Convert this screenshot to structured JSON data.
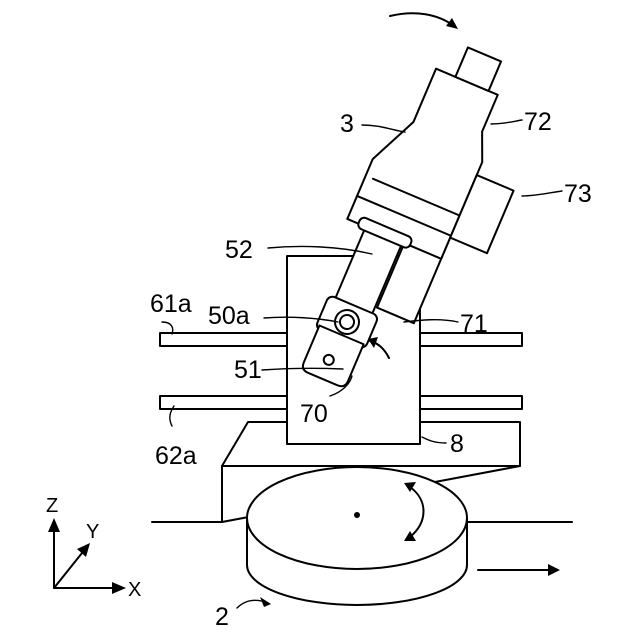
{
  "labels": {
    "tool_head": "3",
    "turntable": "2",
    "frame": "8",
    "rail_upper": "61a",
    "rail_lower": "62a",
    "pivot": "50a",
    "bracket": "51",
    "arm": "52",
    "pin": "70",
    "motor_body": "71",
    "housing": "72",
    "side_box": "73"
  },
  "axes": {
    "x": "X",
    "y": "Y",
    "z": "Z"
  }
}
